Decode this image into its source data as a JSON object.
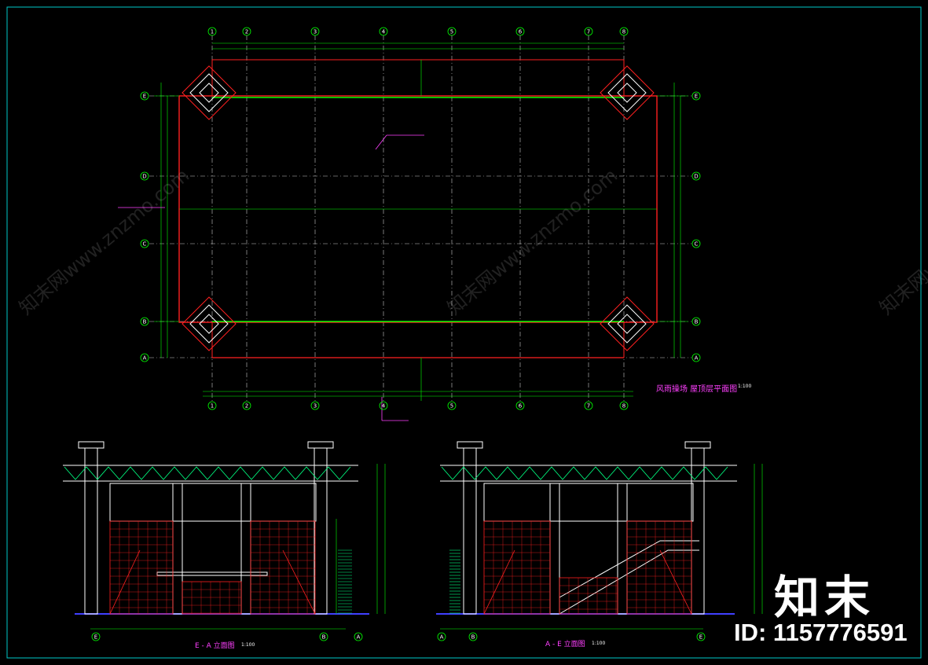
{
  "colors": {
    "background": "#000000",
    "frame": "#00c8c8",
    "grid_axis": "#00ff00",
    "wall": "#ff2020",
    "dim": "#00ff00",
    "annotation": "#ff40ff",
    "structure": "#ffffff",
    "ground": "#4040ff",
    "stair": "#00ff80"
  },
  "plan": {
    "title": "风雨操场  屋顶层平面图",
    "scale": "1:100",
    "column_axes": [
      "1",
      "2",
      "3",
      "4",
      "5",
      "6",
      "7",
      "8"
    ],
    "row_axes": [
      "E",
      "D",
      "C",
      "B",
      "A"
    ]
  },
  "elevation_left": {
    "title": "E - A 立面图",
    "scale": "1:100",
    "axes": [
      "E",
      "B",
      "A"
    ]
  },
  "elevation_right": {
    "title": "A - E 立面图",
    "scale": "1:100",
    "axes": [
      "A",
      "B",
      "E"
    ]
  },
  "watermark": {
    "logo_text": "知末",
    "id_text": "ID: 1157776591",
    "repeat_text": "知末网www.znzmo.com"
  }
}
